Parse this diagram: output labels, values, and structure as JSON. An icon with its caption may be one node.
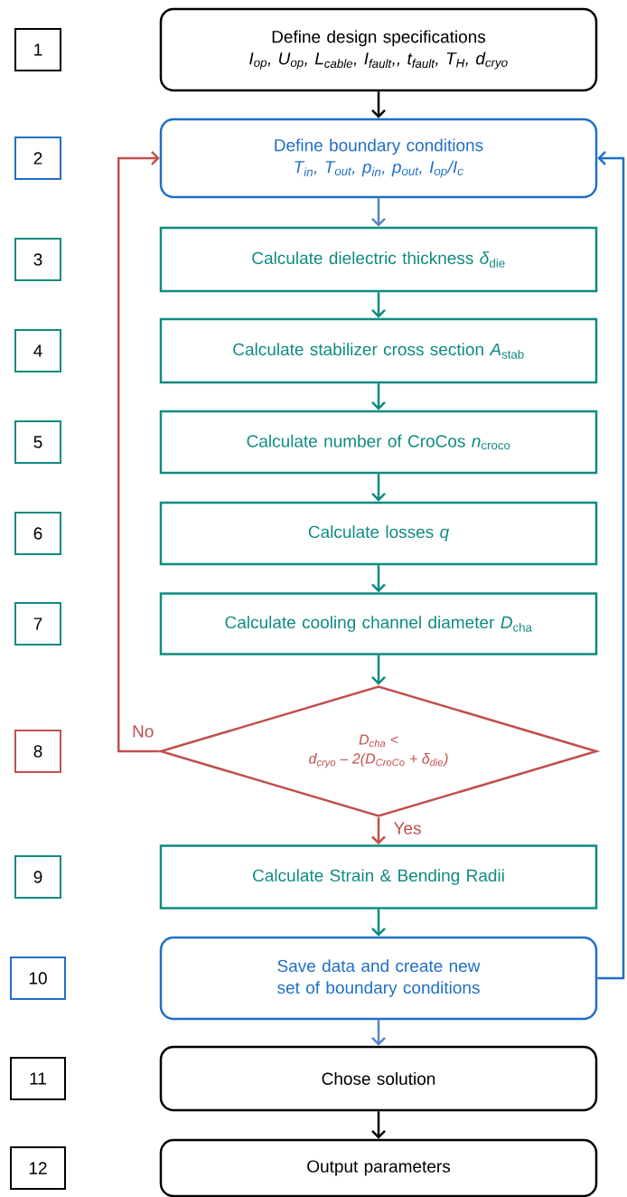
{
  "diagram": {
    "nodes": [
      {
        "text": [
          "1"
        ]
      },
      {
        "text": [
          "Define design specifications",
          "I$_{op}$, U$_{op}$, L$_{cable}$, I$_{fault}$,, t$_{fault}$, T$_{H}$, d$_{cryo}$"
        ]
      },
      {
        "text": [
          "2"
        ]
      },
      {
        "text": [
          "Define boundary conditions",
          "T$_{in}$, T$_{out}$, p$_{in}$, p$_{out}$, I$_{op}$/I$_{c}$"
        ]
      },
      {
        "text": [
          "3"
        ]
      },
      {
        "text": [
          "Calculate dielectric thickness *δ*$_{die}$"
        ]
      },
      {
        "text": [
          "4"
        ]
      },
      {
        "text": [
          "Calculate stabilizer cross section *A*$_{stab}$"
        ]
      },
      {
        "text": [
          "5"
        ]
      },
      {
        "text": [
          "Calculate number of CroCos  *n*$_{croco}$"
        ]
      },
      {
        "text": [
          "6"
        ]
      },
      {
        "text": [
          "Calculate losses *q*"
        ]
      },
      {
        "text": [
          "7"
        ]
      },
      {
        "text": [
          "Calculate cooling channel diameter *D*$_{cha}$"
        ]
      },
      {
        "text": [
          "8"
        ]
      },
      {
        "text": [
          "D$_{cha}$ <",
          "d$_{cryo}$ – 2(D$_{CroCo}$ + δ$_{die}$)"
        ]
      },
      {
        "text": [
          "9"
        ]
      },
      {
        "text": [
          "Calculate Strain & Bending Radii"
        ]
      },
      {
        "text": [
          "10"
        ]
      },
      {
        "text": [
          "Save data and create new set of boundary conditions"
        ]
      },
      {
        "text": [
          "11"
        ]
      },
      {
        "text": [
          "Chose solution"
        ]
      },
      {
        "text": [
          "12"
        ]
      },
      {
        "text": [
          "Output parameters"
        ]
      }
    ],
    "edges": [
      {
        "from": 1,
        "to": 3,
        "arrow": "to",
        "color": "#000000"
      },
      {
        "from": 3,
        "to": 5,
        "arrow": "to",
        "color": "#5b84c4"
      },
      {
        "from": 5,
        "to": 7,
        "arrow": "to"
      },
      {
        "from": 7,
        "to": 9,
        "arrow": "to"
      },
      {
        "from": 9,
        "to": 11,
        "arrow": "to"
      },
      {
        "from": 11,
        "to": 13,
        "arrow": "to"
      },
      {
        "from": 13,
        "to": 15,
        "arrow": "to"
      },
      {
        "from": 15,
        "to": 17,
        "arrow": "to",
        "label": "Yes",
        "color": "#c0504d"
      },
      {
        "from": 15,
        "to": 3,
        "arrow": "to",
        "label": "No",
        "color": "#c0504d"
      },
      {
        "from": 17,
        "to": 19,
        "arrow": "to"
      },
      {
        "from": 19,
        "to": 21,
        "arrow": "to",
        "color": "#5b84c4"
      },
      {
        "from": 19,
        "to": 3,
        "arrow": "to",
        "color": "#1f6fc5"
      },
      {
        "from": 21,
        "to": 23,
        "arrow": "to",
        "color": "#000000"
      }
    ]
  }
}
